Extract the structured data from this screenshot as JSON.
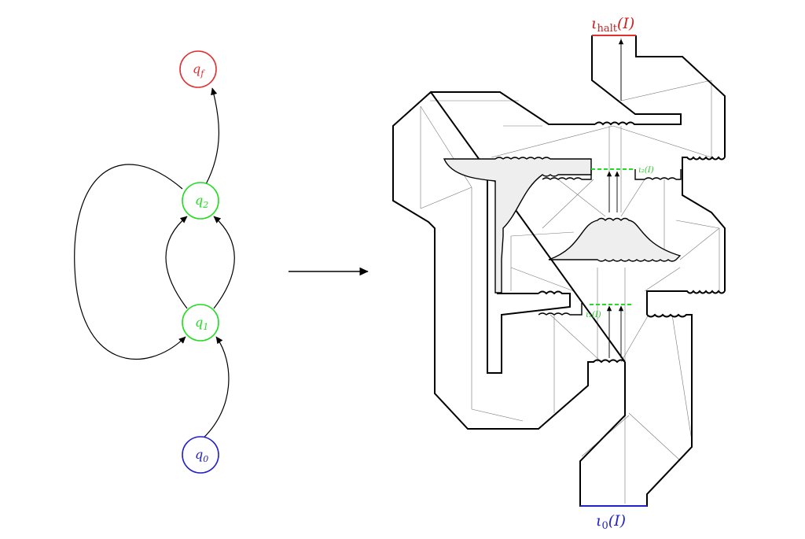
{
  "automaton": {
    "states": [
      {
        "id": "qf",
        "base": "q",
        "sub": "f",
        "color": "#e03030"
      },
      {
        "id": "q2",
        "base": "q",
        "sub": "2",
        "color": "#22dd22"
      },
      {
        "id": "q1",
        "base": "q",
        "sub": "1",
        "color": "#22dd22"
      },
      {
        "id": "q0",
        "base": "q",
        "sub": "0",
        "color": "#2222cc"
      }
    ]
  },
  "construction": {
    "halt_label": {
      "base": "ι",
      "sub": "halt",
      "arg": "(I)",
      "color": "#cc2222"
    },
    "start_label": {
      "base": "ι",
      "sub": "0",
      "arg": "(I)",
      "color": "#2222cc"
    },
    "iota2_label": {
      "text": "ι₂(I)",
      "color": "#22cc22"
    },
    "iota1_label": {
      "text": "ι₁(I)",
      "color": "#22cc22"
    }
  },
  "colors": {
    "accept": "#e03030",
    "intermediate": "#22dd22",
    "initial": "#2222cc",
    "fill": "#eeeeee"
  }
}
